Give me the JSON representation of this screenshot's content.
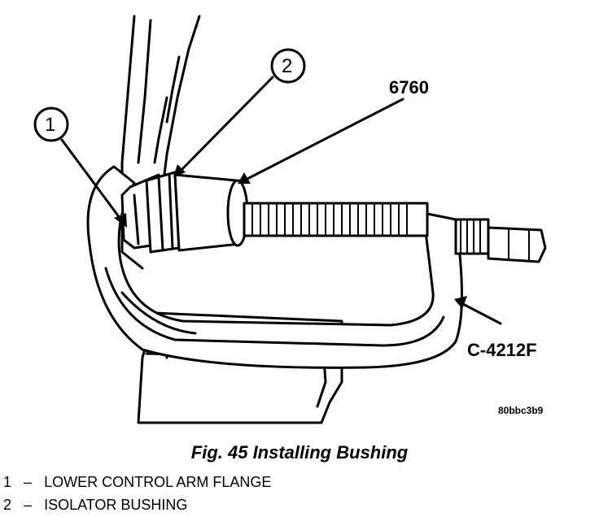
{
  "callouts": {
    "one": "1",
    "two": "2",
    "tool_6760": "6760",
    "tool_c4212f": "C-4212F"
  },
  "image_id": "80bbc3b9",
  "caption": "Fig. 45 Installing Bushing",
  "legend": [
    {
      "number": "1",
      "dash": "–",
      "text": "LOWER CONTROL ARM FLANGE"
    },
    {
      "number": "2",
      "dash": "–",
      "text": "ISOLATOR BUSHING"
    }
  ]
}
